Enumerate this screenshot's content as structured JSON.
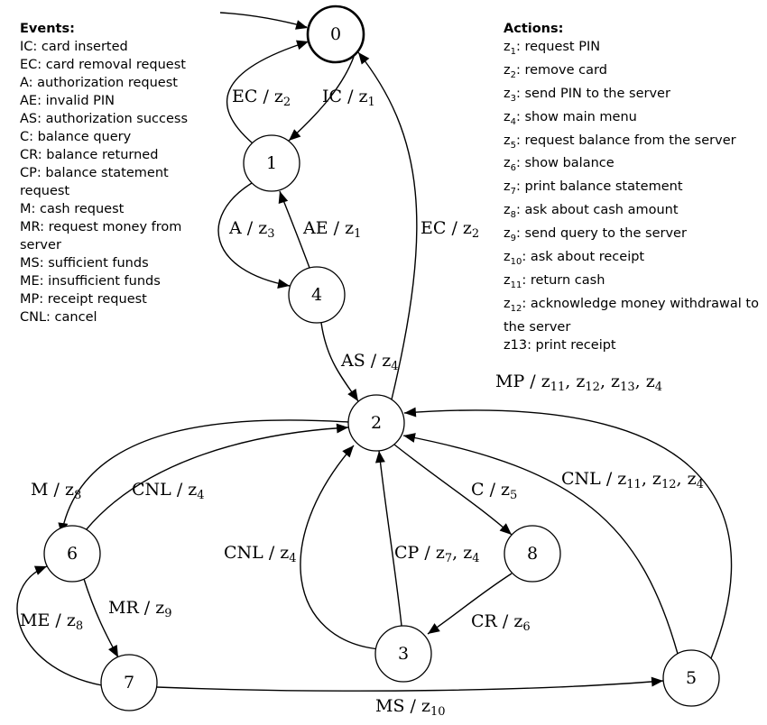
{
  "events": {
    "heading": "Events:",
    "items": [
      "IC: card inserted",
      "EC: card removal request",
      "A: authorization request",
      "AE: invalid PIN",
      "AS: authorization success",
      "C: balance query",
      "CR: balance returned",
      "CP: balance statement request",
      "M: cash request",
      "MR: request money from server",
      "MS: sufficient funds",
      "ME: insufficient funds",
      "MP: receipt request",
      "CNL: cancel"
    ]
  },
  "actions": {
    "heading": "Actions:",
    "items": [
      {
        "prefix": "z",
        "sub": "1",
        "text": ": request PIN"
      },
      {
        "prefix": "z",
        "sub": "2",
        "text": ": remove card"
      },
      {
        "prefix": "z",
        "sub": "3",
        "text": ": send PIN to the server"
      },
      {
        "prefix": "z",
        "sub": "4",
        "text": ": show main menu"
      },
      {
        "prefix": "z",
        "sub": "5",
        "text": ": request balance from the server"
      },
      {
        "prefix": "z",
        "sub": "6",
        "text": ": show balance"
      },
      {
        "prefix": "z",
        "sub": "7",
        "text": ": print balance statement"
      },
      {
        "prefix": "z",
        "sub": "8",
        "text": ": ask about cash amount"
      },
      {
        "prefix": "z",
        "sub": "9",
        "text": ": send query to the server"
      },
      {
        "prefix": "z",
        "sub": "10",
        "text": ": ask about receipt"
      },
      {
        "prefix": "z",
        "sub": "11",
        "text": ": return cash"
      },
      {
        "prefix": "z",
        "sub": "12",
        "text": ": acknowledge money withdrawal to the server"
      },
      {
        "prefix": "z13",
        "sub": "",
        "text": ": print receipt"
      }
    ]
  },
  "states": [
    "0",
    "1",
    "2",
    "3",
    "4",
    "5",
    "6",
    "7",
    "8"
  ],
  "initial_state": "0",
  "transitions": [
    {
      "from": "0",
      "to": "1",
      "event": "IC",
      "actions": [
        "1"
      ]
    },
    {
      "from": "1",
      "to": "0",
      "event": "EC",
      "actions": [
        "2"
      ]
    },
    {
      "from": "1",
      "to": "4",
      "event": "A",
      "actions": [
        "3"
      ]
    },
    {
      "from": "4",
      "to": "1",
      "event": "AE",
      "actions": [
        "1"
      ]
    },
    {
      "from": "4",
      "to": "2",
      "event": "AS",
      "actions": [
        "4"
      ]
    },
    {
      "from": "2",
      "to": "0",
      "event": "EC",
      "actions": [
        "2"
      ]
    },
    {
      "from": "2",
      "to": "8",
      "event": "C",
      "actions": [
        "5"
      ]
    },
    {
      "from": "8",
      "to": "3",
      "event": "CR",
      "actions": [
        "6"
      ]
    },
    {
      "from": "3",
      "to": "2",
      "event": "CP",
      "actions": [
        "7",
        "4"
      ]
    },
    {
      "from": "3",
      "to": "2",
      "event": "CNL",
      "actions": [
        "4"
      ]
    },
    {
      "from": "2",
      "to": "6",
      "event": "M",
      "actions": [
        "8"
      ]
    },
    {
      "from": "6",
      "to": "2",
      "event": "CNL",
      "actions": [
        "4"
      ]
    },
    {
      "from": "6",
      "to": "7",
      "event": "MR",
      "actions": [
        "9"
      ]
    },
    {
      "from": "7",
      "to": "6",
      "event": "ME",
      "actions": [
        "8"
      ]
    },
    {
      "from": "7",
      "to": "5",
      "event": "MS",
      "actions": [
        "10"
      ]
    },
    {
      "from": "5",
      "to": "2",
      "event": "MP",
      "actions": [
        "11",
        "12",
        "13",
        "4"
      ]
    },
    {
      "from": "5",
      "to": "2",
      "event": "CNL",
      "actions": [
        "11",
        "12",
        "4"
      ]
    }
  ]
}
